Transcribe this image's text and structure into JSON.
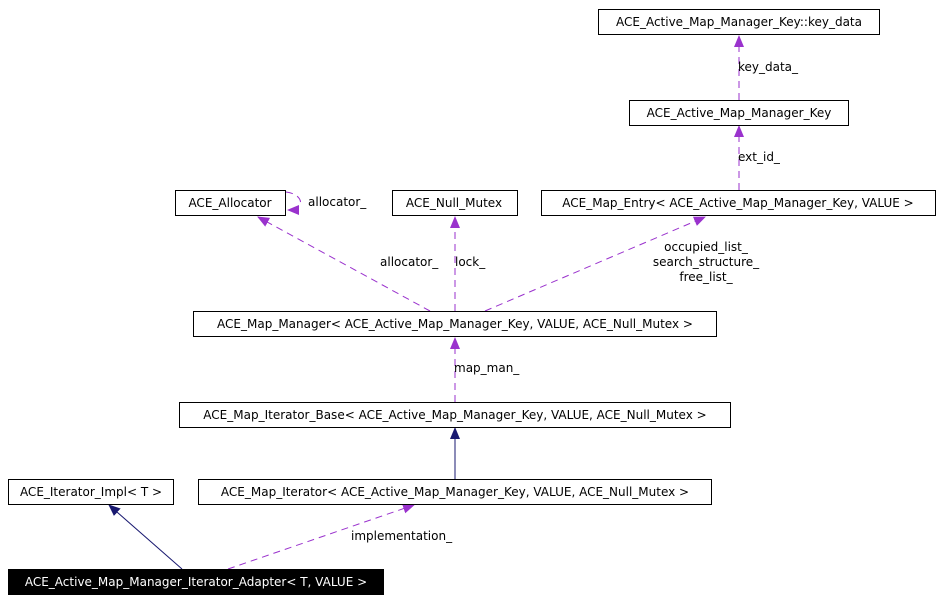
{
  "nodes": {
    "key_data": "ACE_Active_Map_Manager_Key::key_data",
    "key": "ACE_Active_Map_Manager_Key",
    "allocator": "ACE_Allocator",
    "null_mutex": "ACE_Null_Mutex",
    "map_entry": "ACE_Map_Entry< ACE_Active_Map_Manager_Key, VALUE >",
    "map_manager": "ACE_Map_Manager< ACE_Active_Map_Manager_Key, VALUE, ACE_Null_Mutex >",
    "iterator_base": "ACE_Map_Iterator_Base< ACE_Active_Map_Manager_Key, VALUE, ACE_Null_Mutex >",
    "iterator_impl": "ACE_Iterator_Impl< T >",
    "map_iterator": "ACE_Map_Iterator< ACE_Active_Map_Manager_Key, VALUE, ACE_Null_Mutex >",
    "adapter": "ACE_Active_Map_Manager_Iterator_Adapter< T, VALUE >"
  },
  "edge_labels": {
    "key_data": "key_data_",
    "ext_id": "ext_id_",
    "allocator_self": "allocator_",
    "allocator": "allocator_",
    "lock": "lock_",
    "occupied_list": "occupied_list_",
    "search_structure": "search_structure_",
    "free_list": "free_list_",
    "map_man": "map_man_",
    "implementation": "implementation_"
  },
  "colors": {
    "usage_edge": "#9a32cd",
    "inherit_edge": "#191970",
    "selected_node_fill": "#000000",
    "selected_node_text": "#ffffff"
  }
}
